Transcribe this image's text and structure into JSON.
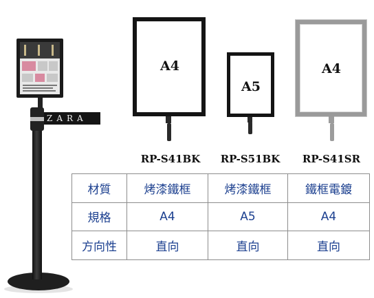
{
  "stanchion": {
    "tape_brand": "ZARA"
  },
  "frames": [
    {
      "size": "A4",
      "finish": "black"
    },
    {
      "size": "A5",
      "finish": "black"
    },
    {
      "size": "A4",
      "finish": "silver"
    }
  ],
  "models": [
    "RP-S41BK",
    "RP-S51BK",
    "RP-S41SR"
  ],
  "spec_table": {
    "rows": [
      {
        "label": "材質",
        "values": [
          "烤漆鐵框",
          "烤漆鐵框",
          "鐵框電鍍"
        ]
      },
      {
        "label": "規格",
        "values": [
          "A4",
          "A5",
          "A4"
        ]
      },
      {
        "label": "方向性",
        "values": [
          "直向",
          "直向",
          "直向"
        ]
      }
    ]
  },
  "colors": {
    "frame_black": "#141414",
    "frame_silver": "#9a9a9a",
    "table_text": "#1b3f8f",
    "table_border": "#8c8c8c"
  }
}
